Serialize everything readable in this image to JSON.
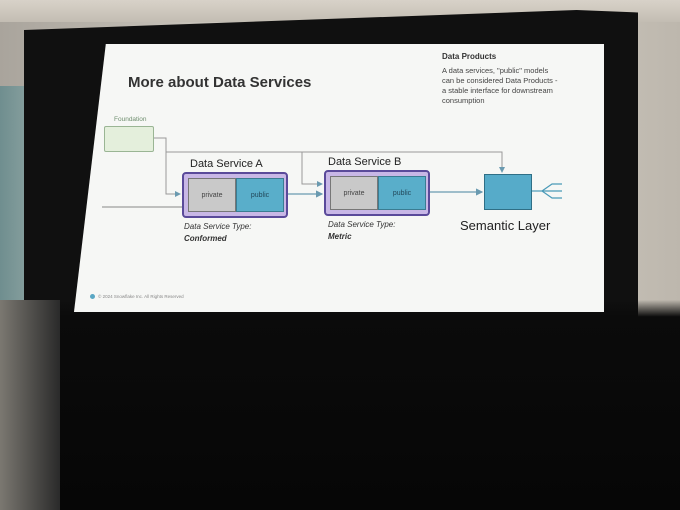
{
  "slide": {
    "title": "More about Data Services",
    "aside": {
      "heading": "Data Products",
      "body": "A data services, \"public\" models can be considered Data Products - a stable interface for downstream consumption"
    },
    "foundation_label": "Foundation",
    "services": [
      {
        "name": "Data Service A",
        "private_label": "private",
        "public_label": "public",
        "type_label": "Data Service Type:",
        "type_value": "Conformed"
      },
      {
        "name": "Data Service B",
        "private_label": "private",
        "public_label": "public",
        "type_label": "Data Service Type:",
        "type_value": "Metric"
      }
    ],
    "semantic_layer_label": "Semantic Layer",
    "footer": "© 2024 Snowflake Inc. All Rights Reserved"
  },
  "colors": {
    "private_fill": "#c9c9c9",
    "public_fill": "#59aeca",
    "service_border": "#5a4a9a",
    "service_fill": "#c8b7e6",
    "foundation_fill": "#e4efdc"
  }
}
